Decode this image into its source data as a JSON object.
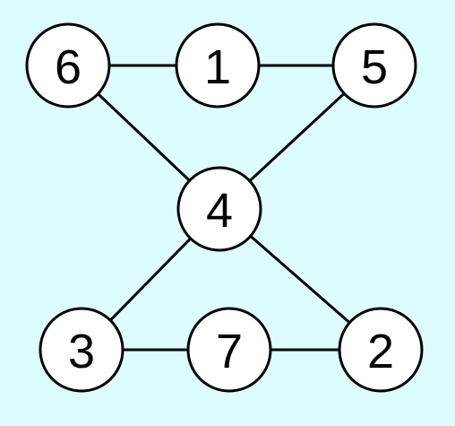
{
  "colors": {
    "background": "#ddfcfc",
    "node_fill": "#ffffff",
    "stroke": "#000000",
    "text": "#000000"
  },
  "nodes": [
    {
      "id": "n6",
      "label": "6"
    },
    {
      "id": "n1",
      "label": "1"
    },
    {
      "id": "n5",
      "label": "5"
    },
    {
      "id": "n4",
      "label": "4"
    },
    {
      "id": "n3",
      "label": "3"
    },
    {
      "id": "n7",
      "label": "7"
    },
    {
      "id": "n2",
      "label": "2"
    }
  ],
  "edges": [
    {
      "from": "n6",
      "to": "n1"
    },
    {
      "from": "n1",
      "to": "n5"
    },
    {
      "from": "n6",
      "to": "n4"
    },
    {
      "from": "n5",
      "to": "n4"
    },
    {
      "from": "n4",
      "to": "n3"
    },
    {
      "from": "n4",
      "to": "n2"
    },
    {
      "from": "n3",
      "to": "n7"
    },
    {
      "from": "n7",
      "to": "n2"
    }
  ]
}
